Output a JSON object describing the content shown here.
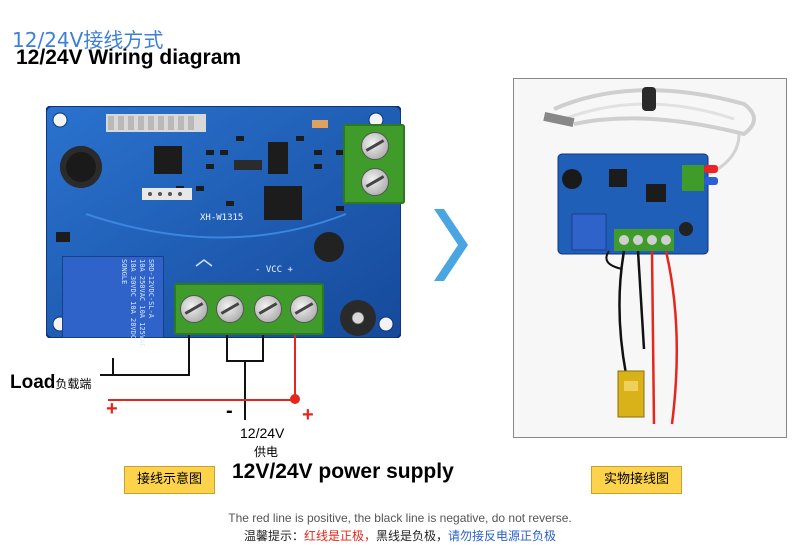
{
  "header": {
    "title_cn": "12/24V接线方式",
    "title_en": "12/24V Wiring diagram"
  },
  "board": {
    "model": "XH-W1315",
    "vcc_label": "- VCC +",
    "relay_brand": "SONGLE",
    "relay_model": "SRD-12VDC-SL-A",
    "relay_specs": [
      "10A 250VAC 10A 125VAC",
      "10A 30VDC 10A 28VDC"
    ]
  },
  "wiring": {
    "load_label": "Load",
    "load_label_cn": "负载端",
    "plus": "+",
    "minus": "-",
    "supply_voltage": "12/24V",
    "supply_cn": "供电",
    "supply_label": "12V/24V power supply"
  },
  "tags": {
    "left": "接线示意图",
    "right": "实物接线图"
  },
  "notes": {
    "en": "The red line is positive, the black line is negative, do not reverse.",
    "cn_prefix": "温馨提示：",
    "cn_red": "红线是正极，",
    "cn_black": "黑线是负极，",
    "cn_rest": "请勿接反电源正负极"
  },
  "colors": {
    "board_blue": "#1f5fb8",
    "terminal_green": "#3f9b2a",
    "wire_red": "#e5261d",
    "tag_yellow": "#fcd34a",
    "chevron_blue": "#4aa6e0"
  }
}
